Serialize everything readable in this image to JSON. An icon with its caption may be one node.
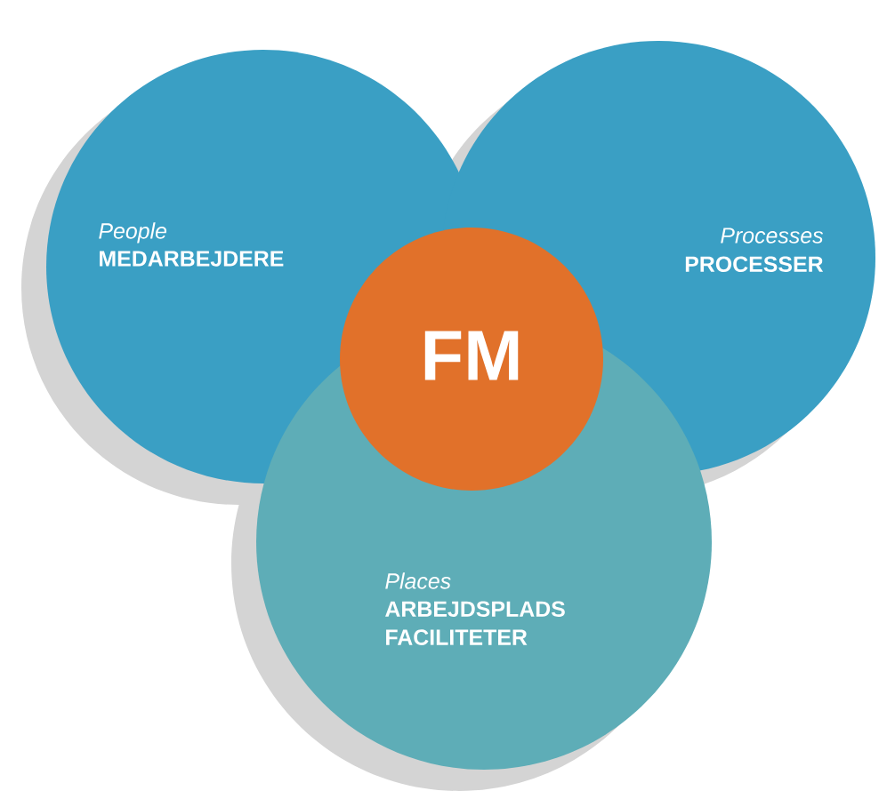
{
  "diagram": {
    "nodes": [
      {
        "text": [
          "People",
          "MEDARBEJDERE"
        ]
      },
      {
        "text": [
          "Processes",
          "PROCESSER"
        ]
      },
      {
        "text": [
          "Places",
          "ARBEJDSPLADS FACILITETER"
        ]
      },
      {
        "text": [
          "FM"
        ]
      }
    ]
  }
}
